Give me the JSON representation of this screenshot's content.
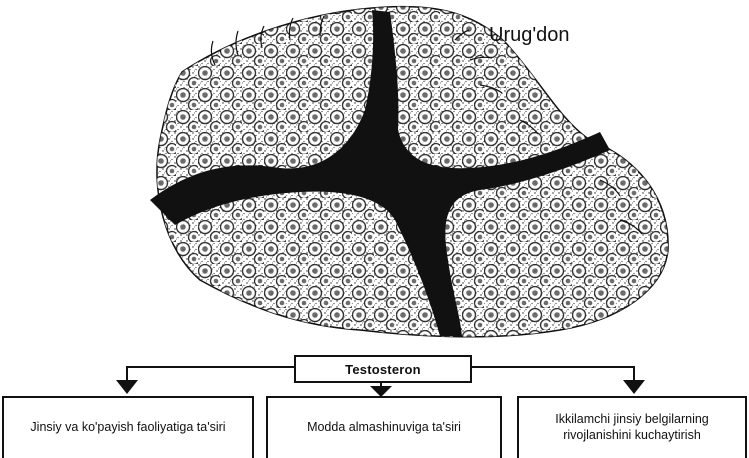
{
  "diagram": {
    "title": "Urug'don",
    "center": "Testosteron",
    "effects": [
      "Jinsiy va ko'payish faoliyatiga ta'siri",
      "Modda almashinuviga ta'siri",
      "Ikkilamchi jinsiy belgilarning rivojlanishini kuchaytirish"
    ]
  }
}
